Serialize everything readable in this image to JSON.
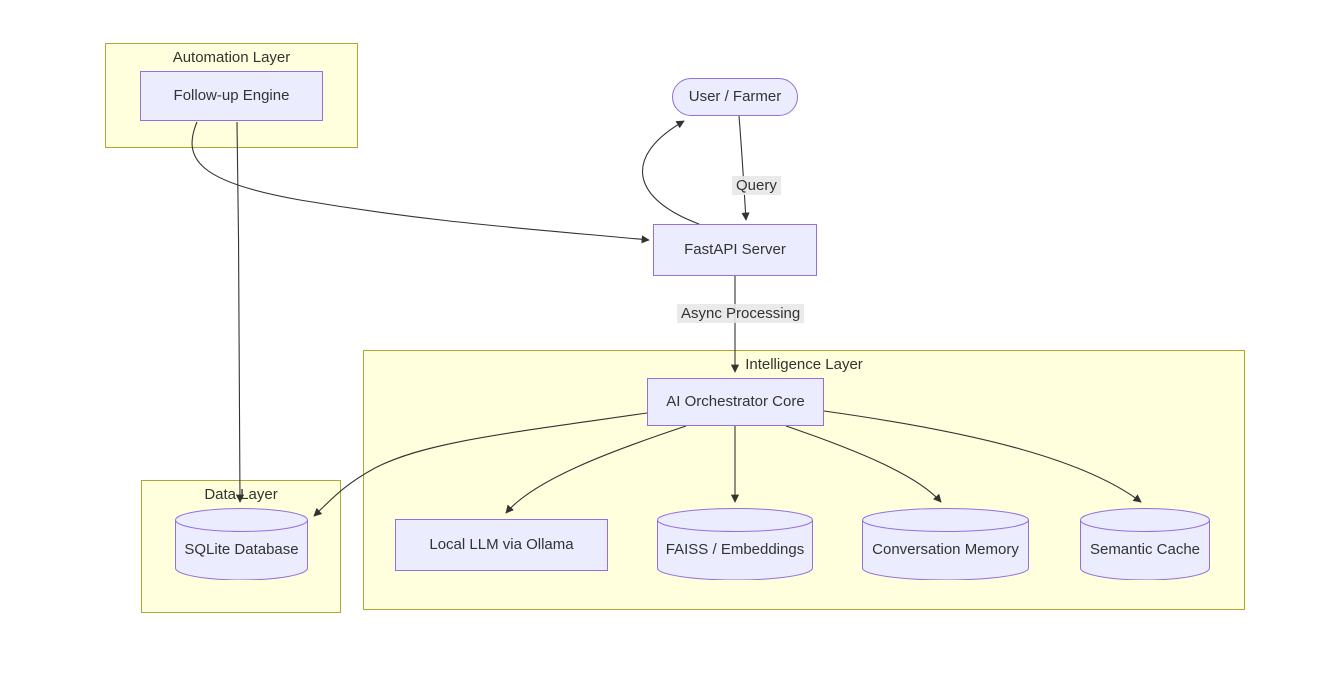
{
  "diagram": {
    "title": "AI assistant architecture flowchart",
    "subgraphs": [
      {
        "id": "automation-layer",
        "label": "Automation Layer"
      },
      {
        "id": "intelligence-layer",
        "label": "Intelligence Layer"
      },
      {
        "id": "data-layer",
        "label": "Data Layer"
      }
    ],
    "nodes": [
      {
        "id": "follow-up-engine",
        "label": "Follow-up Engine",
        "shape": "rect",
        "subgraph": "automation-layer"
      },
      {
        "id": "user-farmer",
        "label": "User / Farmer",
        "shape": "stadium",
        "subgraph": null
      },
      {
        "id": "fastapi-server",
        "label": "FastAPI Server",
        "shape": "rect",
        "subgraph": null
      },
      {
        "id": "ai-orchestrator-core",
        "label": "AI Orchestrator Core",
        "shape": "rect",
        "subgraph": "intelligence-layer"
      },
      {
        "id": "local-llm-via-ollama",
        "label": "Local LLM via Ollama",
        "shape": "rect",
        "subgraph": "intelligence-layer"
      },
      {
        "id": "faiss-embeddings",
        "label": "FAISS / Embeddings",
        "shape": "cylinder",
        "subgraph": "intelligence-layer"
      },
      {
        "id": "conversation-memory",
        "label": "Conversation Memory",
        "shape": "cylinder",
        "subgraph": "intelligence-layer"
      },
      {
        "id": "semantic-cache",
        "label": "Semantic Cache",
        "shape": "cylinder",
        "subgraph": "intelligence-layer"
      },
      {
        "id": "sqlite-database",
        "label": "SQLite Database",
        "shape": "cylinder",
        "subgraph": "data-layer"
      }
    ],
    "edges": [
      {
        "from": "user-farmer",
        "to": "fastapi-server",
        "label": "Query"
      },
      {
        "from": "fastapi-server",
        "to": "user-farmer",
        "label": ""
      },
      {
        "from": "follow-up-engine",
        "to": "fastapi-server",
        "label": ""
      },
      {
        "from": "follow-up-engine",
        "to": "sqlite-database",
        "label": ""
      },
      {
        "from": "fastapi-server",
        "to": "ai-orchestrator-core",
        "label": "Async Processing"
      },
      {
        "from": "ai-orchestrator-core",
        "to": "local-llm-via-ollama",
        "label": ""
      },
      {
        "from": "ai-orchestrator-core",
        "to": "faiss-embeddings",
        "label": ""
      },
      {
        "from": "ai-orchestrator-core",
        "to": "conversation-memory",
        "label": ""
      },
      {
        "from": "ai-orchestrator-core",
        "to": "semantic-cache",
        "label": ""
      },
      {
        "from": "ai-orchestrator-core",
        "to": "sqlite-database",
        "label": ""
      }
    ],
    "colors": {
      "node_fill": "#ECECFF",
      "node_border": "#9370DB",
      "subgraph_fill": "#ffffde",
      "subgraph_border": "#aaaa33",
      "edge": "#333333",
      "edge_label_bg": "#e8e8e8",
      "text": "#333333",
      "background": "#ffffff"
    }
  }
}
